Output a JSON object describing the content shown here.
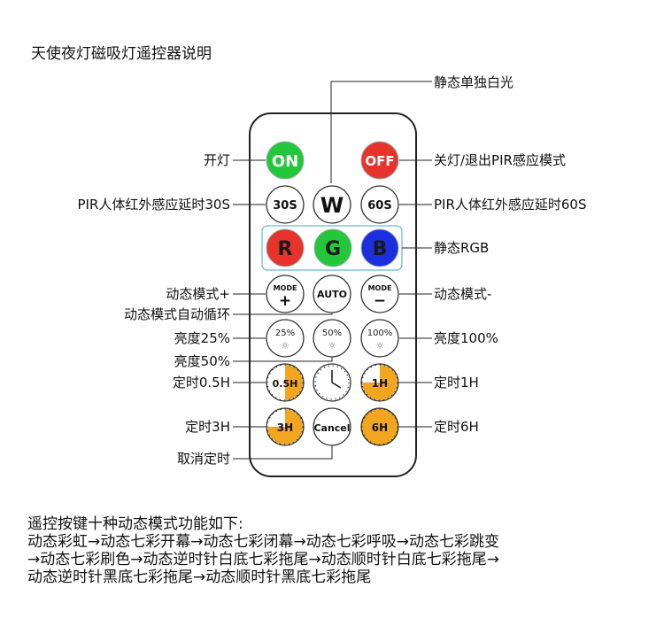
{
  "title": "天使夜灯磁吸灯遥控器说明",
  "buttons": {
    "on": "ON",
    "off": "OFF",
    "t30": "30S",
    "w": "W",
    "t60": "60S",
    "r": "R",
    "g": "G",
    "b": "B",
    "mode_plus_top": "MODE",
    "mode_plus_sign": "+",
    "auto": "AUTO",
    "mode_minus_top": "MODE",
    "mode_minus_sign": "−",
    "b25": "25%",
    "b50": "50%",
    "b100": "100%",
    "h05": "0.5H",
    "h1": "1H",
    "h3": "3H",
    "cancel": "Cancel",
    "h6": "6H"
  },
  "labels": {
    "white": "静态单独白光",
    "on": "开灯",
    "off": "关灯/退出PIR感应模式",
    "t30": "PIR人体红外感应延时30S",
    "t60": "PIR人体红外感应延时60S",
    "rgb": "静态RGB",
    "mode_plus": "动态模式+",
    "auto": "动态模式自动循环",
    "mode_minus": "动态模式-",
    "b25": "亮度25%",
    "b50": "亮度50%",
    "b100": "亮度100%",
    "h05": "定时0.5H",
    "h1": "定时1H",
    "h3": "定时3H",
    "h6": "定时6H",
    "cancel": "取消定时"
  },
  "description": {
    "line1": "遥控按键十种动态模式功能如下:",
    "line2": "动态彩虹→动态七彩开幕→动态七彩闭幕→动态七彩呼吸→动态七彩跳变",
    "line3": "→动态七彩刷色→动态逆时针白底七彩拖尾→动态顺时针白底七彩拖尾→",
    "line4": "动态逆时针黑底七彩拖尾→动态顺时针黑底七彩拖尾"
  },
  "colors": {
    "on": "#22c73a",
    "off": "#e8322c",
    "red": "#e8322c",
    "green": "#22c73a",
    "blue": "#1c2fe0",
    "timer": "#f2a51e",
    "rgb_frame": "#7ec6de"
  }
}
